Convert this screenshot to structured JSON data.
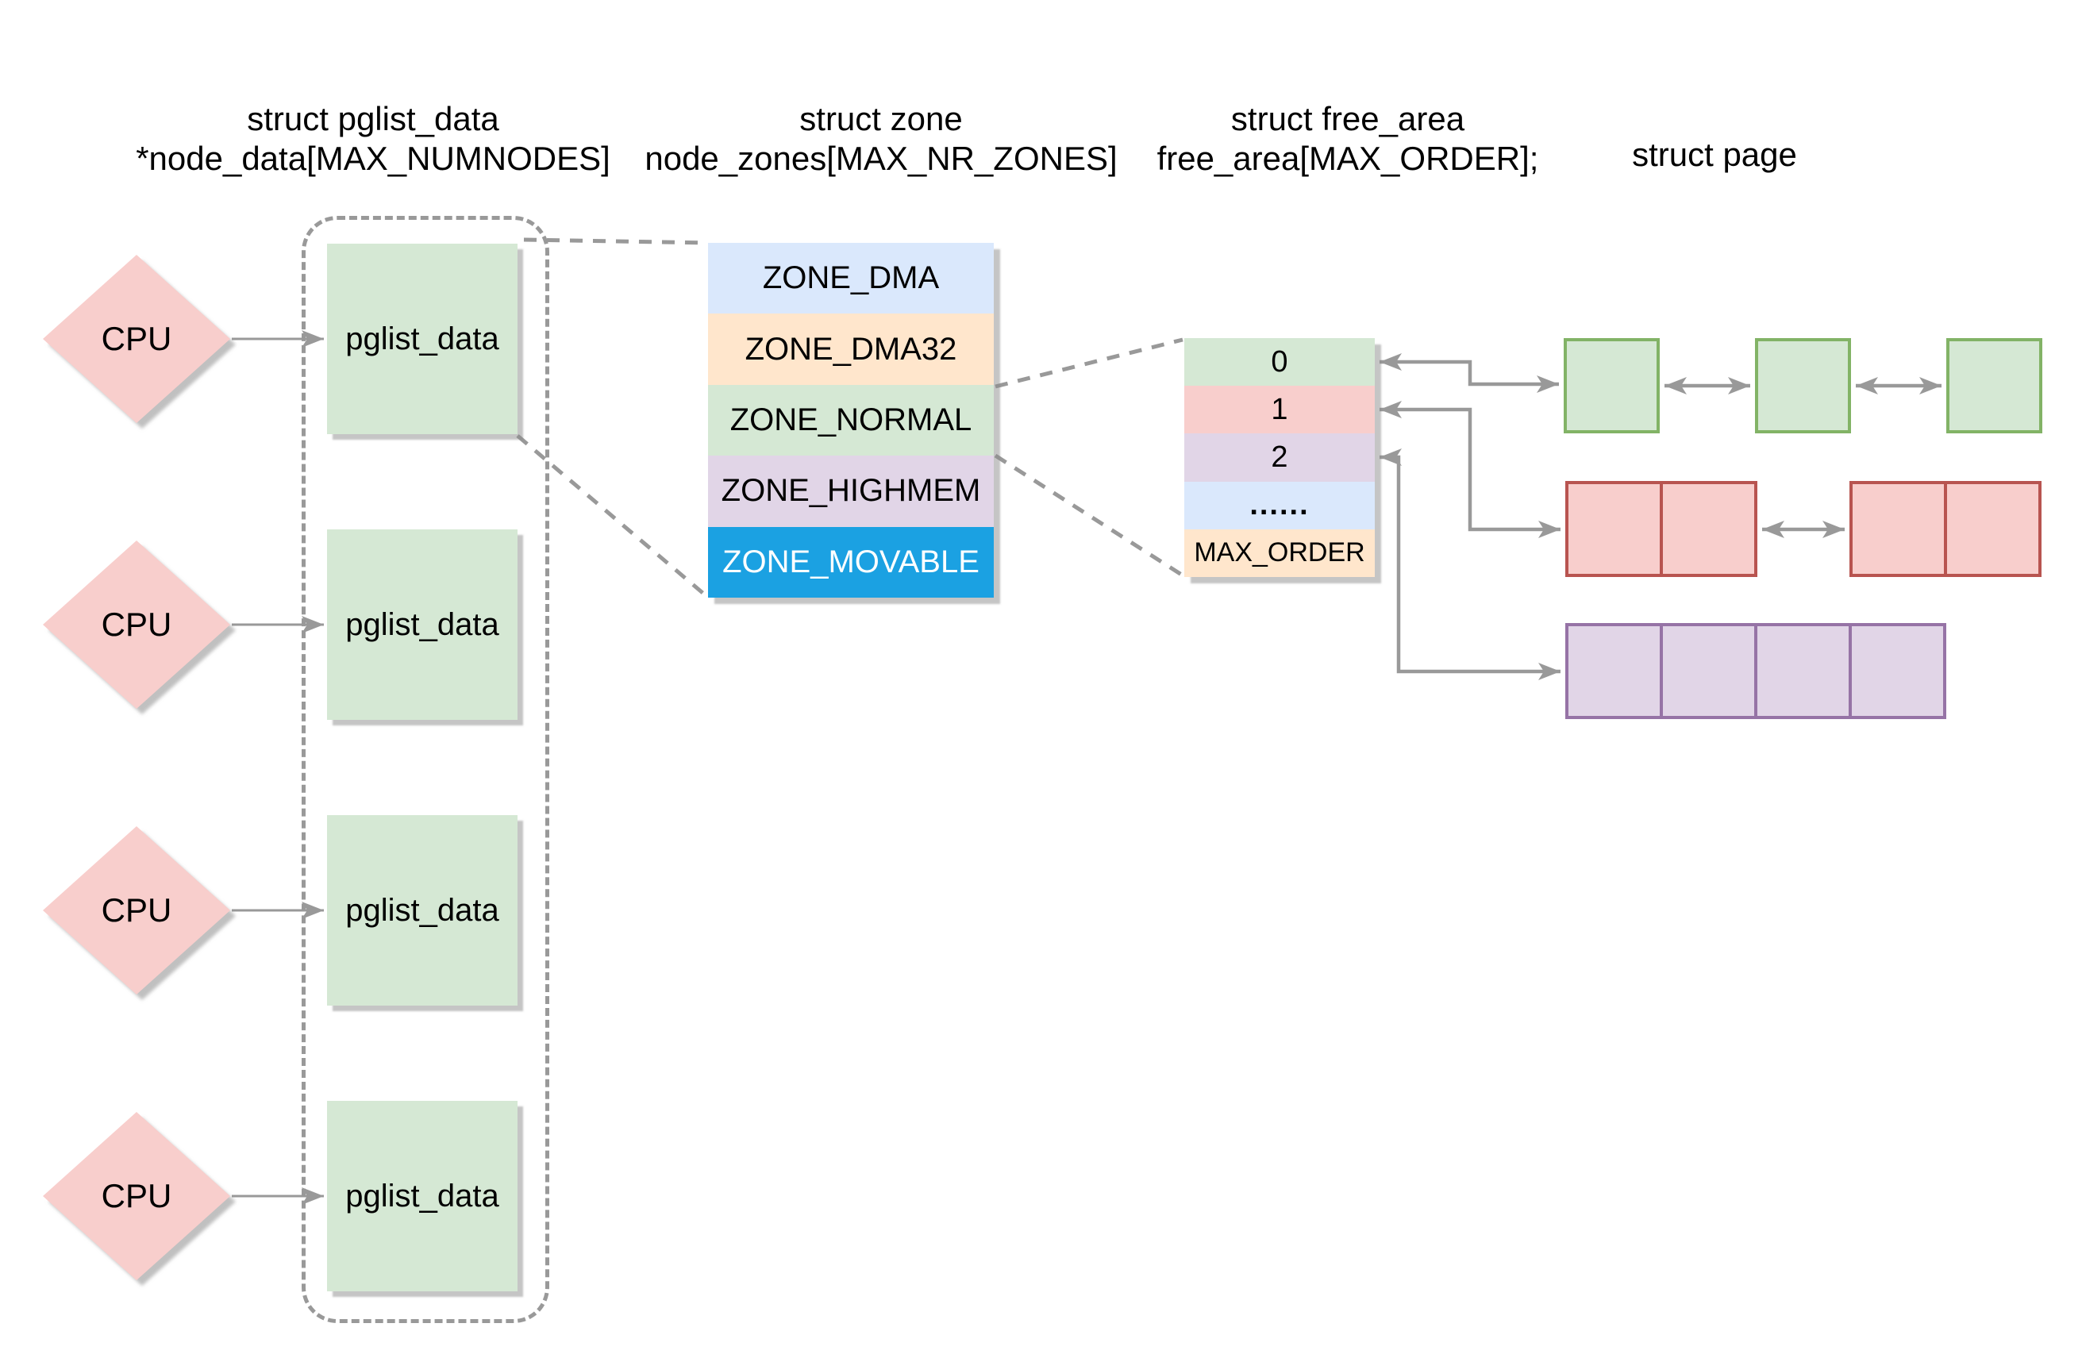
{
  "titles": {
    "pglist": {
      "line1": "struct pglist_data",
      "line2": "*node_data[MAX_NUMNODES]"
    },
    "zone": {
      "line1": "struct zone",
      "line2": "node_zones[MAX_NR_ZONES]"
    },
    "free_area": {
      "line1": "struct free_area",
      "line2": "free_area[MAX_ORDER];"
    },
    "page": {
      "line1": "struct page"
    }
  },
  "cpu_nodes": [
    {
      "label": "CPU"
    },
    {
      "label": "CPU"
    },
    {
      "label": "CPU"
    },
    {
      "label": "CPU"
    }
  ],
  "pglist_nodes": [
    {
      "label": "pglist_data"
    },
    {
      "label": "pglist_data"
    },
    {
      "label": "pglist_data"
    },
    {
      "label": "pglist_data"
    }
  ],
  "zones": [
    {
      "label": "ZONE_DMA",
      "fill": "#dae8fc",
      "text_color": "#000000"
    },
    {
      "label": "ZONE_DMA32",
      "fill": "#ffe6cc",
      "text_color": "#000000"
    },
    {
      "label": "ZONE_NORMAL",
      "fill": "#d5e8d4",
      "text_color": "#000000"
    },
    {
      "label": "ZONE_HIGHMEM",
      "fill": "#e1d5e7",
      "text_color": "#000000"
    },
    {
      "label": "ZONE_MOVABLE",
      "fill": "#1ba1e2",
      "text_color": "#ffffff"
    }
  ],
  "free_area_rows": [
    {
      "label": "0",
      "fill": "#d5e8d4"
    },
    {
      "label": "1",
      "fill": "#f8cecc"
    },
    {
      "label": "2",
      "fill": "#e1d5e7"
    },
    {
      "label": "......",
      "fill": "#dae8fc"
    },
    {
      "label": "MAX_ORDER",
      "fill": "#ffe6cc"
    }
  ],
  "page_lists": {
    "order0": {
      "blocks": 3,
      "pages_per_block": 1,
      "fill": "#d5e8d4",
      "border": "#82b366"
    },
    "order1": {
      "blocks": 2,
      "pages_per_block": 2,
      "fill": "#f8cecc",
      "border": "#b85450"
    },
    "order2": {
      "blocks": 1,
      "pages_per_block": 4,
      "fill": "#e1d5e7",
      "border": "#9673a6"
    }
  },
  "colors": {
    "cpu_fill": "#f8cecc",
    "pglist_fill": "#d5e8d4",
    "connector": "#999999",
    "shadow": "#8c8c8c",
    "background": "#ffffff"
  }
}
